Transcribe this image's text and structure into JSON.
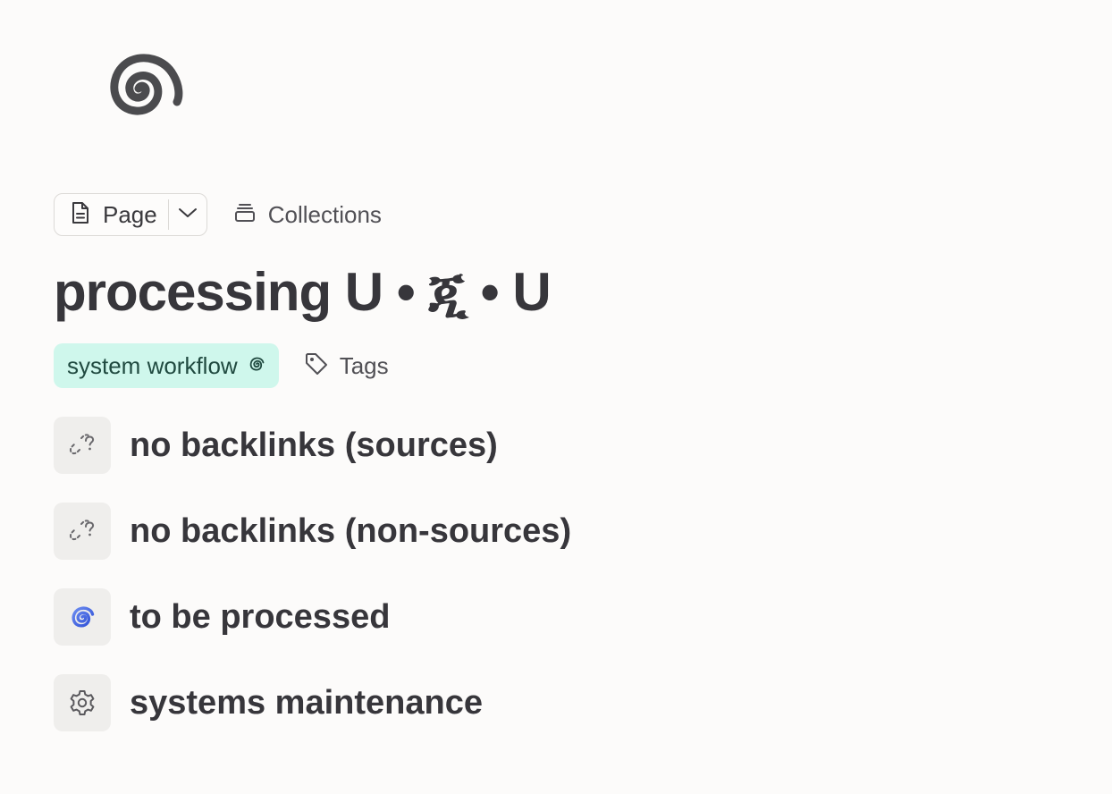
{
  "page": {
    "icon": "spiral-icon",
    "type_selector": {
      "label": "Page",
      "icon": "document-icon",
      "dropdown_icon": "chevron-down-icon"
    },
    "collections": {
      "label": "Collections",
      "icon": "collections-stack-icon"
    },
    "title": "processing U • ጂ • U",
    "tags": [
      {
        "label": "system workflow",
        "icon": "spiral-icon",
        "background": "#cff7ec"
      }
    ],
    "add_tags": {
      "label": "Tags",
      "icon": "tag-icon"
    },
    "backlinks": [
      {
        "label": "no backlinks (sources)",
        "icon": "broken-link-icon"
      },
      {
        "label": "no backlinks (non-sources)",
        "icon": "broken-link-icon"
      },
      {
        "label": "to be processed",
        "icon": "cyclone-emoji-icon"
      },
      {
        "label": "systems maintenance",
        "icon": "gear-icon"
      }
    ]
  },
  "colors": {
    "background": "#fcfbfa",
    "text": "#37363b",
    "tag_background": "#cff7ec",
    "tag_text": "#204a40",
    "icon_tile": "#efeeec"
  }
}
